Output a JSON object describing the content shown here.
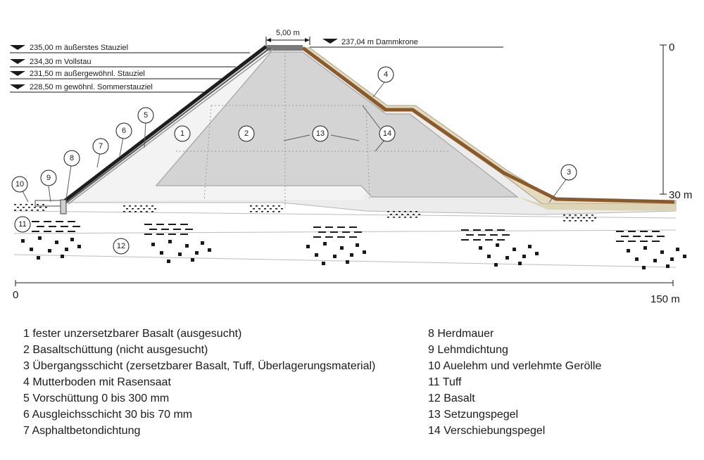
{
  "water_levels": [
    {
      "text": "235,00 m äußerstes Stauziel"
    },
    {
      "text": "234,30 m Vollstau"
    },
    {
      "text": "231,50 m außergewöhnl. Stauziel"
    },
    {
      "text": "228,50 m gewöhnl. Sommerstauziel"
    }
  ],
  "crest": {
    "level_text": "237,04 m Dammkrone",
    "width_text": "5,00 m"
  },
  "height_axis": {
    "top": "0",
    "bottom": "30 m"
  },
  "length_axis": {
    "start": "0",
    "end": "150 m"
  },
  "callouts": [
    "1",
    "2",
    "3",
    "4",
    "5",
    "6",
    "7",
    "8",
    "9",
    "10",
    "11",
    "12",
    "13",
    "14"
  ],
  "legend_left": [
    "1 fester unzersetzbarer Basalt (ausgesucht)",
    "2 Basaltschüttung (nicht ausgesucht)",
    "3 Übergangsschicht (zersetzbarer Basalt, Tuff, Überlagerungsmaterial)",
    "4 Mutterboden mit Rasensaat",
    "5 Vorschüttung 0 bis 300 mm",
    "6 Ausgleichsschicht 30 bis 70 mm",
    "7 Asphaltbetondichtung"
  ],
  "legend_right": [
    "8 Herdmauer",
    "9 Lehmdichtung",
    "10 Auelehm und verlehmte Gerölle",
    "11 Tuff",
    "12 Basalt",
    "13 Setzungspegel",
    "14 Verschiebungspegel"
  ],
  "colors": {
    "core": "#d6d6d6",
    "shell": "#ebebeb",
    "transition": "#ddd4b8",
    "topsoil": "#8a5a2b",
    "asphalt": "#1e1e1e"
  }
}
